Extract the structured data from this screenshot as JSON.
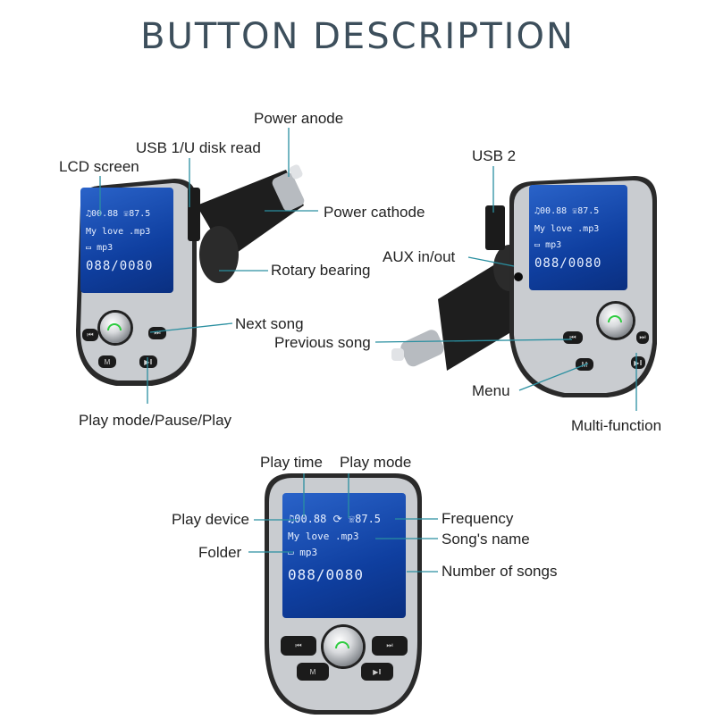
{
  "title": "BUTTON DESCRIPTION",
  "labels": {
    "power_anode": "Power anode",
    "usb1": "USB 1/U disk read",
    "lcd_screen": "LCD screen",
    "power_cathode": "Power cathode",
    "rotary_bearing": "Rotary bearing",
    "next_song": "Next song",
    "previous_song": "Previous song",
    "play_mode_pause_play": "Play mode/Pause/Play",
    "usb2": "USB 2",
    "aux": "AUX in/out",
    "menu": "Menu",
    "multi_function": "Multi-function",
    "play_time": "Play time",
    "play_mode": "Play mode",
    "play_device": "Play device",
    "frequency": "Frequency",
    "songs_name": "Song's name",
    "folder": "Folder",
    "number_of_songs": "Number of songs"
  },
  "screen": {
    "time": "00.88",
    "freq": "87.5",
    "song": "My love .mp3",
    "folder": "mp3",
    "count": "088/0080"
  },
  "buttons": {
    "prev": "⏮",
    "next": "⏭",
    "menu": "M",
    "play": "▶‖"
  },
  "colors": {
    "title": "#3d4f5c",
    "screen": "#1a4fb5",
    "lines": "#2a8fa0",
    "body_silver": "#c9ccd0",
    "body_dark": "#232323"
  }
}
